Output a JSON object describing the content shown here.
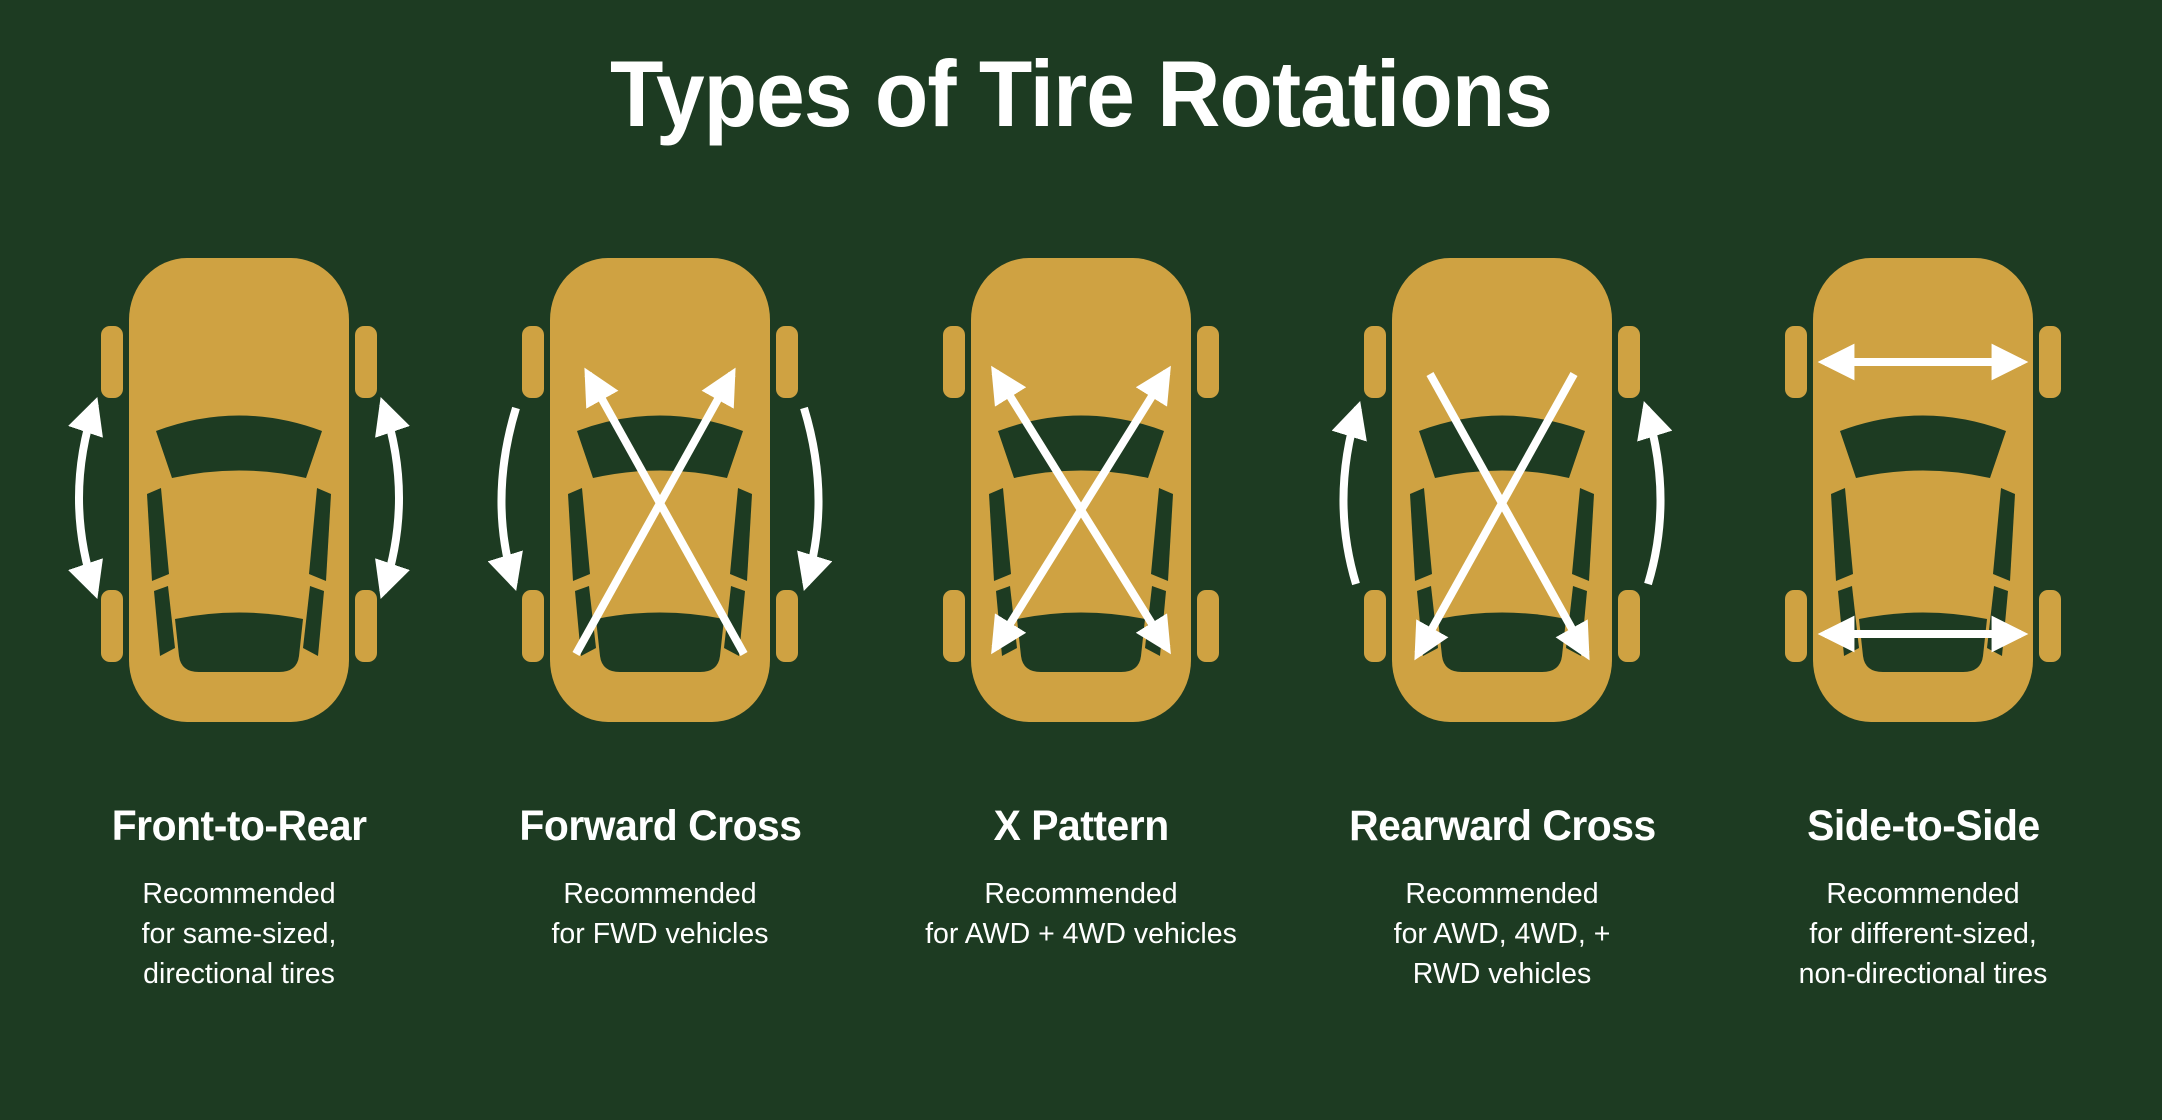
{
  "title": "Types of Tire Rotations",
  "colors": {
    "background": "#1d3b22",
    "car": "#cfa242",
    "arrow": "#ffffff",
    "text": "#ffffff"
  },
  "cards": [
    {
      "pattern": "front-to-rear",
      "heading": "Front-to-Rear",
      "description": "Recommended\nfor same-sized,\ndirectional tires"
    },
    {
      "pattern": "forward-cross",
      "heading": "Forward Cross",
      "description": "Recommended\nfor FWD vehicles"
    },
    {
      "pattern": "x-pattern",
      "heading": "X Pattern",
      "description": "Recommended\nfor AWD + 4WD vehicles"
    },
    {
      "pattern": "rearward-cross",
      "heading": "Rearward Cross",
      "description": "Recommended\nfor AWD, 4WD, +\nRWD vehicles"
    },
    {
      "pattern": "side-to-side",
      "heading": "Side-to-Side",
      "description": "Recommended\nfor different-sized,\nnon-directional tires"
    }
  ]
}
